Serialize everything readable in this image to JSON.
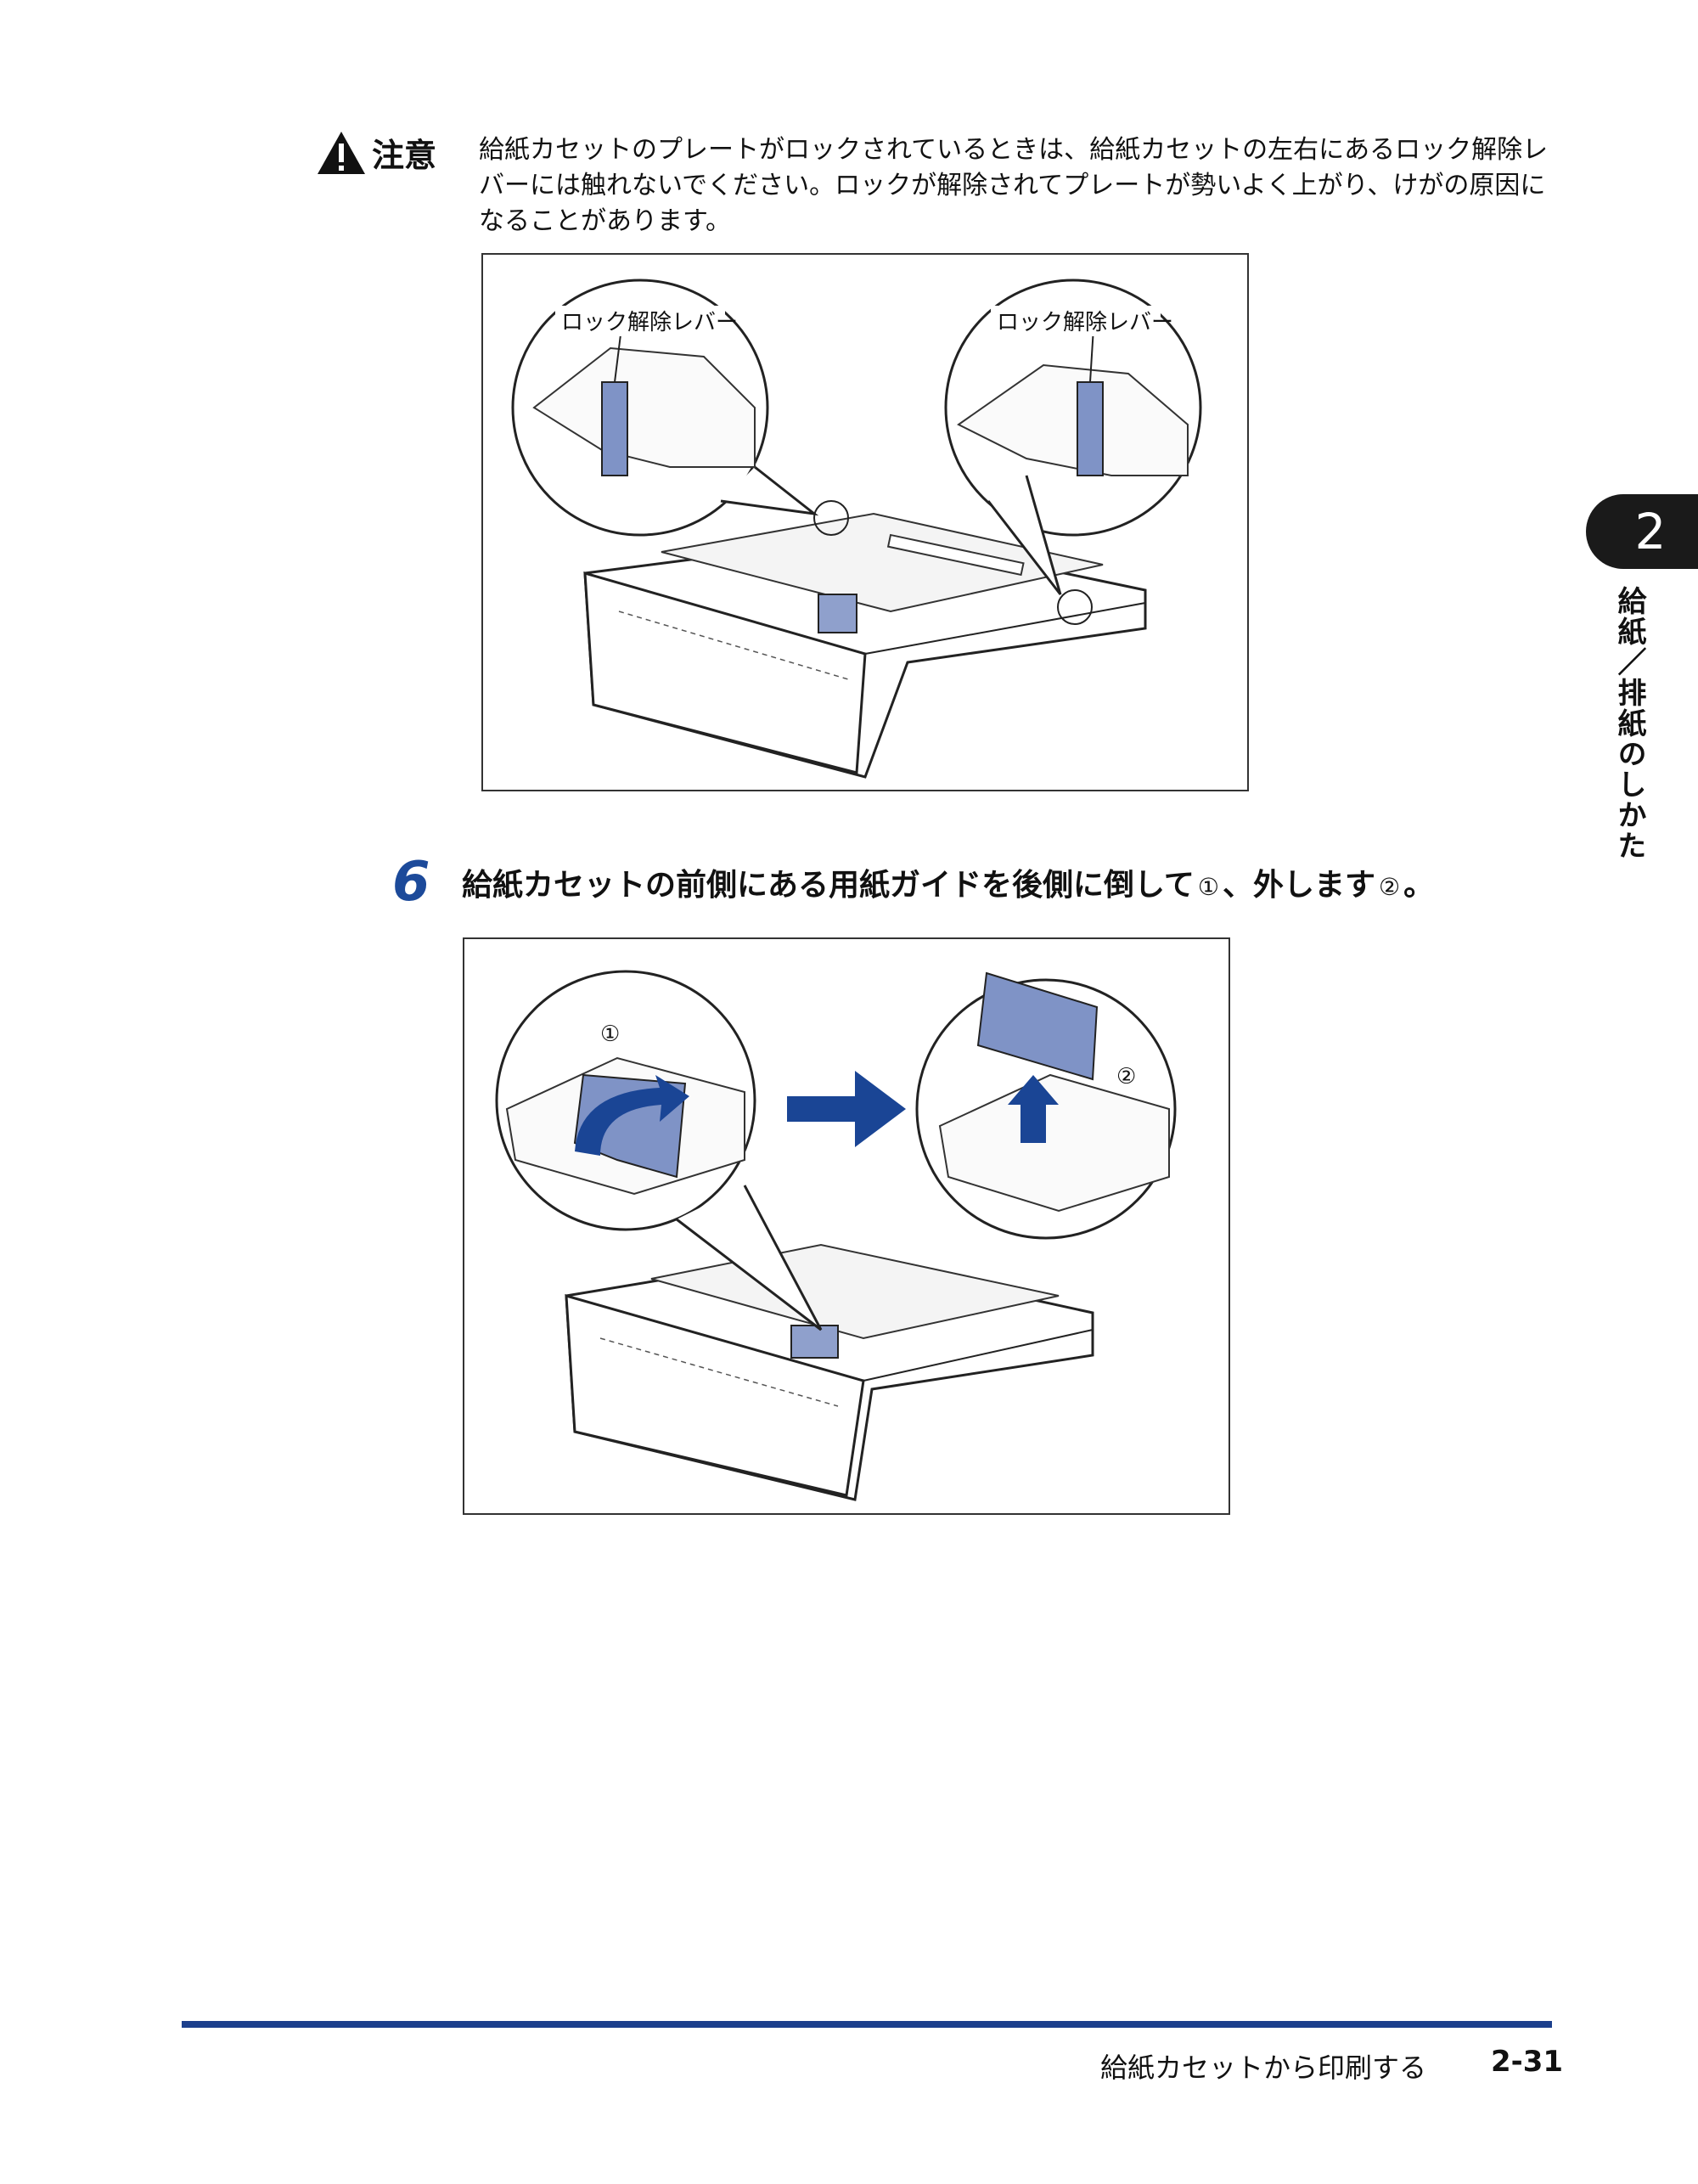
{
  "caution": {
    "label": "注意",
    "text": "給紙カセットのプレートがロックされているときは、給紙カセットの左右にあるロック解除レバーには触れないでください。ロックが解除されてプレートが勢いよく上がり、けがの原因になることがあります。"
  },
  "figure1": {
    "left_callout": "ロック解除レバー",
    "right_callout": "ロック解除レバー"
  },
  "step": {
    "number": "6",
    "text_part1": "給紙カセットの前側にある用紙ガイドを後側に倒して",
    "marker1": "①",
    "text_part2": "、外します",
    "marker2": "②",
    "text_part3": "。"
  },
  "figure2": {
    "marker1": "①",
    "marker2": "②"
  },
  "chapter": {
    "number": "2",
    "title": "給紙／排紙のしかた"
  },
  "footer": {
    "section_title": "給紙カセットから印刷する",
    "page_number": "2-31"
  },
  "colors": {
    "accent_blue": "#1c4a9a",
    "arrow_blue": "#1a4595",
    "lever_blue": "#7f93c6",
    "footer_rule": "#1c3f8c"
  }
}
